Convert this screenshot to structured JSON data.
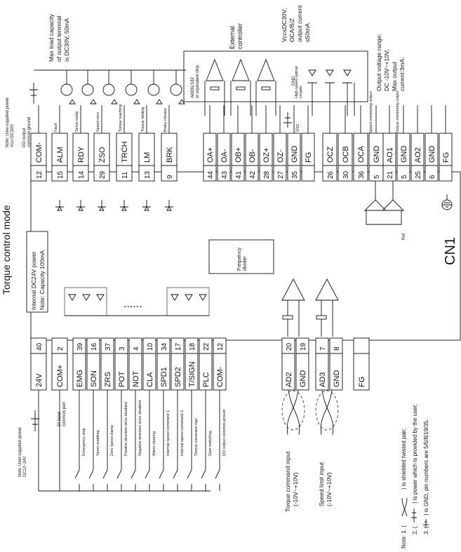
{
  "title": "Torque control mode",
  "connector": "CN1",
  "internal_power": {
    "line1": "Internal DC24V power",
    "line2": "Note: Capacity 100mA"
  },
  "external_controller": {
    "line1": "External",
    "line2": "controller"
  },
  "frequency_divider": {
    "line1": "Frequency",
    "line2": "divider"
  },
  "user_power_out": {
    "line1": "Note: User-supplied power",
    "line2": "Vcc<DC30V"
  },
  "user_power_in": {
    "line1": "Note: User-supplied power",
    "line2": "DC12~24V"
  },
  "do_common": {
    "line1": "DO output",
    "line2": "common ground"
  },
  "di_common": {
    "line1": "DI input",
    "line2": "common port"
  },
  "max_load": {
    "line1": "Max load capacity",
    "line2": "of output terminal",
    "line3": "is DC30V, 50mA"
  },
  "chip": {
    "line1": "AM26LS32",
    "line2": "or equivalent chip"
  },
  "vcc_note": {
    "line1": "Vcc≤DC30V;",
    "line2": "OCA/B/Z",
    "line3": "output current",
    "line4": "≤50mA"
  },
  "hs_coupler": {
    "line1": "High-speed optical",
    "line2": "coupler"
  },
  "output_voltage": {
    "line1": "Output voltage range:",
    "line2": "DC -10V~+10V;",
    "line3": "Max output",
    "line4": "current:3mA."
  },
  "speed_mon": "Speed monitoring output",
  "torque_mon": "Torque monitoring output",
  "ref": "Ref",
  "gnd_label": "GND",
  "vcc_label": "Vcc",
  "dots": "......",
  "top_pins": [
    {
      "sig": "COM-",
      "pin": "12",
      "desc": ""
    },
    {
      "sig": "ALM",
      "pin": "15",
      "desc": "Fault"
    },
    {
      "sig": "RDY",
      "pin": "14",
      "desc": "Servo ready"
    },
    {
      "sig": "ZSO",
      "pin": "29",
      "desc": "Speed zero"
    },
    {
      "sig": "TRCH",
      "pin": "11",
      "desc": "Torque reaching"
    },
    {
      "sig": "LM",
      "pin": "13",
      "desc": "Torque limiting"
    },
    {
      "sig": "BRK",
      "pin": "9",
      "desc": "Brake release"
    },
    {
      "sig": "OA+",
      "pin": "44",
      "desc": ""
    },
    {
      "sig": "OA-",
      "pin": "43",
      "desc": ""
    },
    {
      "sig": "OB+",
      "pin": "41",
      "desc": ""
    },
    {
      "sig": "OB-",
      "pin": "42",
      "desc": ""
    },
    {
      "sig": "OZ+",
      "pin": "28",
      "desc": ""
    },
    {
      "sig": "OZ-",
      "pin": "27",
      "desc": ""
    },
    {
      "sig": "GND",
      "pin": "35",
      "desc": ""
    },
    {
      "sig": "FG",
      "pin": "",
      "desc": ""
    },
    {
      "sig": "OCZ",
      "pin": "26",
      "desc": ""
    },
    {
      "sig": "OCB",
      "pin": "30",
      "desc": ""
    },
    {
      "sig": "OCA",
      "pin": "36",
      "desc": ""
    },
    {
      "sig": "GND",
      "pin": "5",
      "desc": ""
    },
    {
      "sig": "AO1",
      "pin": "21",
      "desc": ""
    },
    {
      "sig": "GND",
      "pin": "5",
      "desc": ""
    },
    {
      "sig": "AO2",
      "pin": "25",
      "desc": ""
    },
    {
      "sig": "GND",
      "pin": "6",
      "desc": ""
    },
    {
      "sig": "FG",
      "pin": "",
      "desc": ""
    }
  ],
  "bottom_pins": [
    {
      "sig": "24V",
      "pin": "40",
      "desc": ""
    },
    {
      "sig": "COM+",
      "pin": "2",
      "desc": ""
    },
    {
      "sig": "EMG",
      "pin": "39",
      "desc": "Emergency stop"
    },
    {
      "sig": "SON",
      "pin": "16",
      "desc": "Servo enabling"
    },
    {
      "sig": "ZRS",
      "pin": "37",
      "desc": "Zero speed clamp"
    },
    {
      "sig": "POT",
      "pin": "3",
      "desc": "Positive direction drive disabled"
    },
    {
      "sig": "NOT",
      "pin": "4",
      "desc": "Negative direction drive disabled"
    },
    {
      "sig": "CLA",
      "pin": "10",
      "desc": "Alarm clearing"
    },
    {
      "sig": "SPD1",
      "pin": "34",
      "desc": "Internal speed command 1"
    },
    {
      "sig": "SPD2",
      "pin": "17",
      "desc": "Internal speed command 2"
    },
    {
      "sig": "T/SIGN",
      "pin": "18",
      "desc": "Torque command sign"
    },
    {
      "sig": "PLC",
      "pin": "22",
      "desc": "Gain switching"
    },
    {
      "sig": "COM-",
      "pin": "12",
      "desc": "DO output common ground"
    },
    {
      "sig": "AD2",
      "pin": "20",
      "desc": ""
    },
    {
      "sig": "GND",
      "pin": "19",
      "desc": ""
    },
    {
      "sig": "AD3",
      "pin": "7",
      "desc": ""
    },
    {
      "sig": "GND",
      "pin": "8",
      "desc": ""
    },
    {
      "sig": "FG",
      "pin": "",
      "desc": ""
    }
  ],
  "torque_input": {
    "line1": "Torque command input",
    "line2": "(-10V~+10V)"
  },
  "speed_input": {
    "line1": "Speed limit input",
    "line2": "(-10V~+10V)"
  },
  "notes": {
    "n1a": "Note: 1. (",
    "n1b": ") is shielded twisted pair;",
    "n2a": "2. (",
    "n2b": ") is power which is provided by the user;",
    "n3a": "3. (",
    "n3b": ") is GND, pin numbers are 5/6/8/19/35."
  }
}
